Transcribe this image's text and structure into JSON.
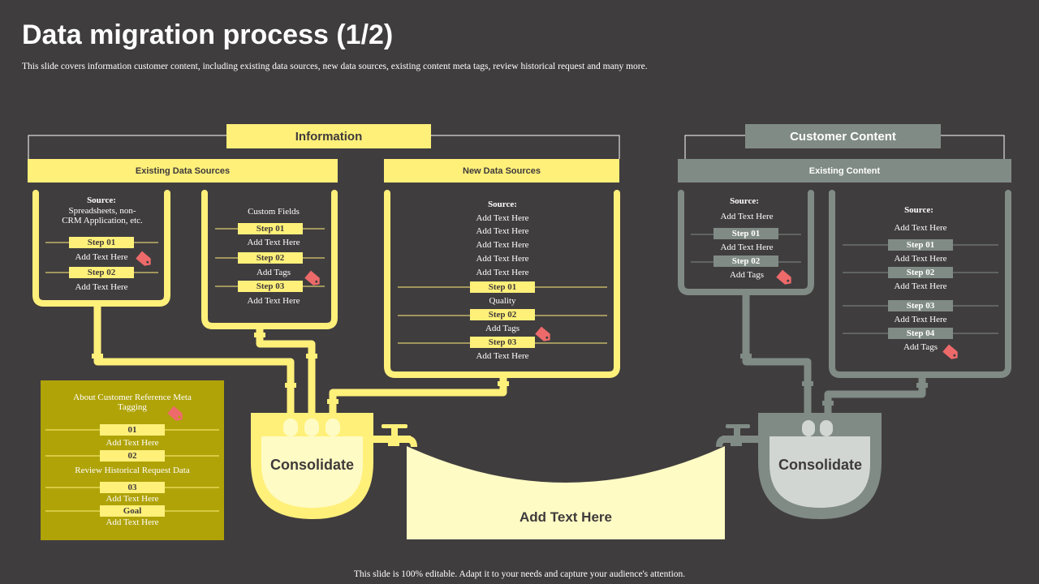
{
  "title": "Data migration process (1/2)",
  "subtitle": "This slide covers information customer content, including  existing  data sources, new data sources, existing  content meta tags,  review historical request and many more.",
  "footer": "This slide is 100% editable.  Adapt it to your needs and capture your audience's  attention.",
  "colors": {
    "background": "#403d3f",
    "yellow": "#fff07a",
    "gray": "#808b85",
    "olive": "#b0a308",
    "tag": "#ee6a6a"
  },
  "information": {
    "header": "Information",
    "existing_header": "Existing Data Sources",
    "new_header": "New Data Sources",
    "box1": {
      "source_label": "Source:",
      "source_text": "Spreadsheets, non-CRM  Application, etc.",
      "step1": "Step 01",
      "text1": "Add Text Here",
      "step2": "Step 02",
      "text2": "Add Text Here"
    },
    "box2": {
      "heading": "Custom Fields",
      "step1": "Step 01",
      "text1": "Add Text Here",
      "step2": "Step 02",
      "text2": "Add Tags",
      "step3": "Step 03",
      "text3": "Add Text Here"
    },
    "box3": {
      "source_label": "Source:",
      "lines": [
        "Add Text Here",
        "Add Text Here",
        "Add Text Here",
        "Add Text Here",
        "Add Text Here"
      ],
      "step1": "Step 01",
      "text1": "Quality",
      "step2": "Step 02",
      "text2": "Add Tags",
      "step3": "Step 03",
      "text3": "Add Text Here"
    }
  },
  "customer": {
    "header": "Customer Content",
    "existing_header": "Existing Content",
    "box1": {
      "source_label": "Source:",
      "line1": "Add Text Here",
      "step1": "Step 01",
      "text1": "Add Text Here",
      "step2": "Step 02",
      "text2": "Add Tags"
    },
    "box2": {
      "source_label": "Source:",
      "line1": "Add Text Here",
      "step1": "Step 01",
      "text1": "Add Text Here",
      "step2": "Step 02",
      "text2": "Add Text Here",
      "step3": "Step 03",
      "text3": "Add Text Here",
      "step4": "Step 04",
      "text4": "Add Tags"
    }
  },
  "meta_box": {
    "heading": "About Customer Reference Meta Tagging",
    "item1_label": "01",
    "item1_text": "Add Text Here",
    "item2_label": "02",
    "item2_text": "Review Historical Request Data",
    "item3_label": "03",
    "item3_text": "Add Text Here",
    "goal_label": "Goal",
    "goal_text": "Add Text Here"
  },
  "tanks": {
    "left_label": "Consolidate",
    "right_label": "Consolidate",
    "pool_label": "Add Text Here"
  }
}
